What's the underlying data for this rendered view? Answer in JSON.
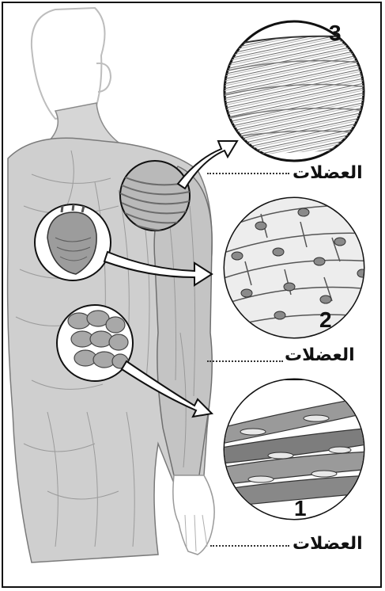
{
  "callouts": [
    {
      "number": "3",
      "label": "العضلات"
    },
    {
      "number": "2",
      "label": "العضلات"
    },
    {
      "number": "1",
      "label": "العضلات"
    }
  ]
}
